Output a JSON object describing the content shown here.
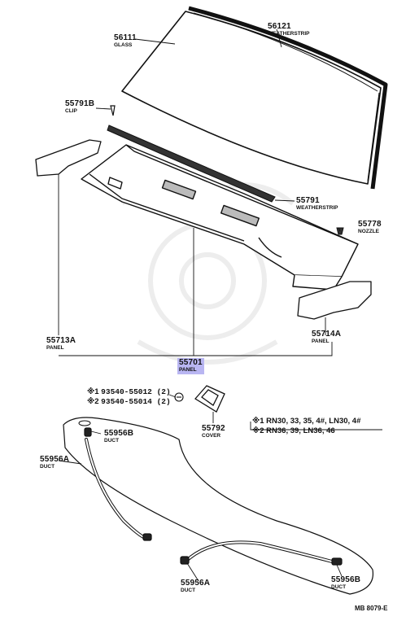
{
  "parts": [
    {
      "number": "56111",
      "name": "GLASS"
    },
    {
      "number": "56121",
      "name": "WEATHERSTRIP"
    },
    {
      "number": "55791B",
      "name": "CLIP"
    },
    {
      "number": "55791",
      "name": "WEATHERSTRIP"
    },
    {
      "number": "55778",
      "name": "NOZZLE"
    },
    {
      "number": "55713A",
      "name": "PANEL"
    },
    {
      "number": "55714A",
      "name": "PANEL"
    },
    {
      "number": "55701",
      "name": "PANEL"
    },
    {
      "number": "55792",
      "name": "COVER"
    },
    {
      "number": "55956B",
      "name": "DUCT"
    },
    {
      "number": "55956A",
      "name": "DUCT"
    },
    {
      "number": "55956A",
      "name": "DUCT"
    },
    {
      "number": "55956B",
      "name": "DUCT"
    }
  ],
  "screws": [
    {
      "mark": "※1",
      "code": "93540-55012 (2)"
    },
    {
      "mark": "※2",
      "code": "93540-55014 (2)"
    }
  ],
  "notes": [
    {
      "mark": "※1",
      "models": "RN30, 33, 35, 4#, LN30, 4#"
    },
    {
      "mark": "※2",
      "models": "RN36, 39, LN36, 46"
    }
  ],
  "diagram_code": "MB 8079-E",
  "colors": {
    "line": "#111111",
    "highlight": "#b9b6f2",
    "watermark": "#ededed"
  }
}
